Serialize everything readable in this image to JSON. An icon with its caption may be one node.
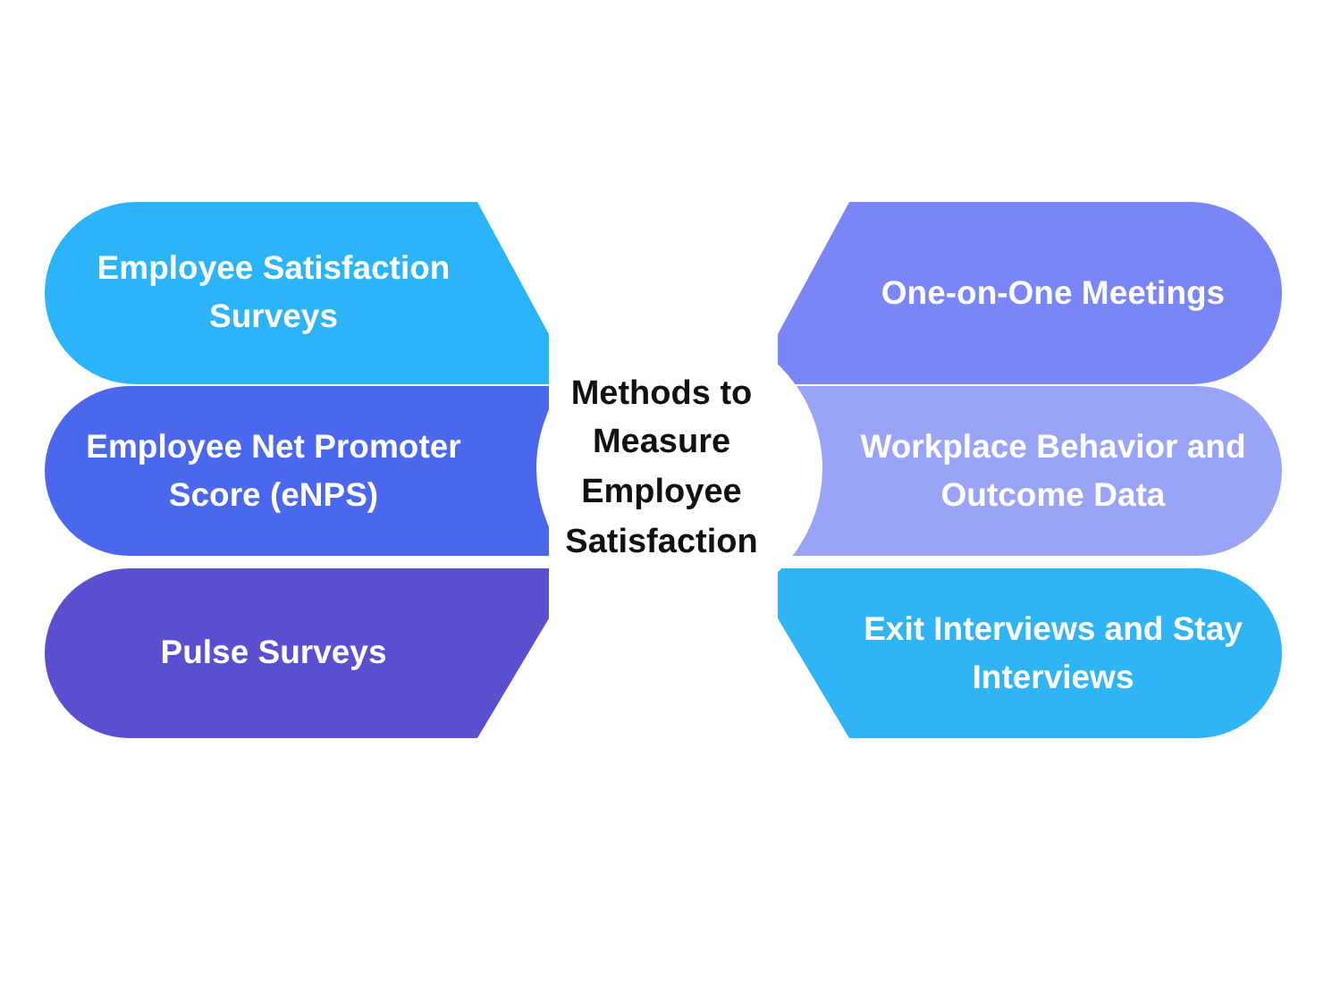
{
  "diagram": {
    "nodes": [
      {
        "text": [
          "Methods to Measure Employee Satisfaction"
        ]
      },
      {
        "text": [
          "Employee Satisfaction Surveys"
        ]
      },
      {
        "text": [
          "Employee Net Promoter Score (eNPS)"
        ]
      },
      {
        "text": [
          "Pulse Surveys"
        ]
      },
      {
        "text": [
          "One-on-One Meetings"
        ]
      },
      {
        "text": [
          "Workplace Behavior and Outcome Data"
        ]
      },
      {
        "text": [
          "Exit Interviews and Stay Interviews"
        ]
      }
    ]
  }
}
